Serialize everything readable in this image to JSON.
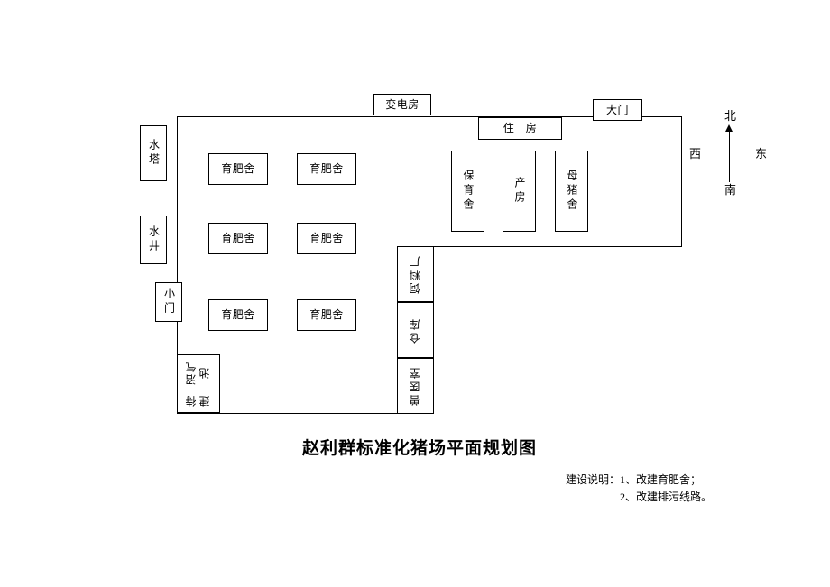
{
  "diagram": {
    "title": "赵利群标准化猪场平面规划图",
    "note_label": "建设说明：1、改建育肥舍；",
    "note_line2": "2、改建排污线路。",
    "compass": {
      "north": "北",
      "south": "南",
      "west": "西",
      "east": "东"
    },
    "left_facilities": [
      {
        "label": "水塔"
      },
      {
        "label": "水井"
      },
      {
        "label": "小门"
      }
    ],
    "top_facilities": [
      {
        "label": "变电房"
      },
      {
        "label": "大门"
      },
      {
        "label": "住　房"
      }
    ],
    "fattening_houses": [
      {
        "label": "育肥舍"
      },
      {
        "label": "育肥舍"
      },
      {
        "label": "育肥舍"
      },
      {
        "label": "育肥舍"
      },
      {
        "label": "育肥舍"
      },
      {
        "label": "育肥舍"
      }
    ],
    "breeding_buildings": [
      {
        "label": "保育舍"
      },
      {
        "label": "产房"
      },
      {
        "label": "母猪舍"
      }
    ],
    "service_column": [
      {
        "label": "饲料厂"
      },
      {
        "label": "仓库"
      },
      {
        "label": "兽医室"
      }
    ],
    "biogas": {
      "label_a": "待建",
      "label_b": "沼气池"
    }
  }
}
